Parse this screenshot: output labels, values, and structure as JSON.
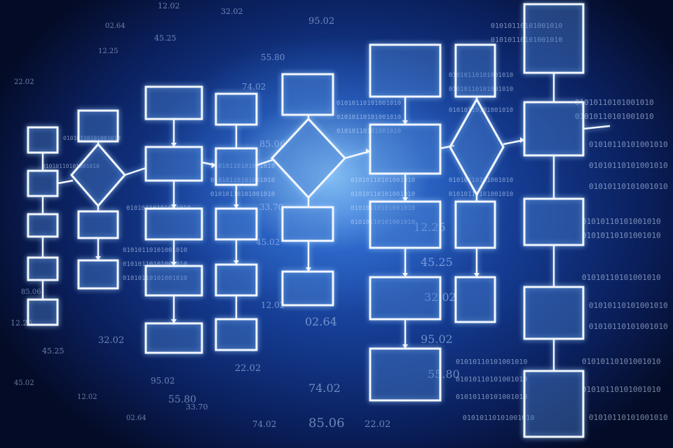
{
  "background_numbers": [
    "12.02",
    "02.64",
    "12.25",
    "45.25",
    "32.02",
    "95.02",
    "55.80",
    "22.02",
    "74.02",
    "85.06",
    "33.70",
    "45.02"
  ],
  "binary_text": "01010110101001010",
  "colors": {
    "line": "#f2f7ff",
    "glow": "#9fd0ff",
    "deep_blue": "#0a1f5c",
    "mid_blue": "#2a63c9"
  }
}
